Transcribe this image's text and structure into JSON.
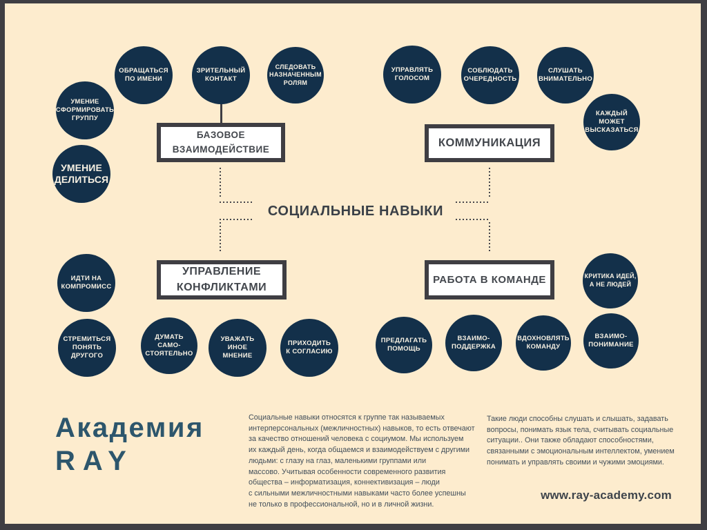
{
  "title": "СОЦИАЛЬНЫЕ НАВЫКИ",
  "brand": {
    "line1": "Академия",
    "line2": "RAY"
  },
  "boxes": [
    {
      "id": "basic-interaction",
      "label": "БАЗОВОЕ\nВЗАИМОДЕЙСТВИЕ"
    },
    {
      "id": "communication",
      "label": "КОММУНИКАЦИЯ"
    },
    {
      "id": "conflict-management",
      "label": "УПРАВЛЕНИЕ\nКОНФЛИКТАМИ"
    },
    {
      "id": "teamwork",
      "label": "РАБОТА В КОМАНДЕ"
    }
  ],
  "circles": [
    {
      "id": "address-by-name",
      "label": "ОБРАЩАТЬСЯ\nПО ИМЕНИ"
    },
    {
      "id": "eye-contact",
      "label": "ЗРИТЕЛЬНЫЙ\nКОНТАКТ"
    },
    {
      "id": "follow-assigned-roles",
      "label": "СЛЕДОВАТЬ\nНАЗНАЧЕННЫМ\nРОЛЯМ"
    },
    {
      "id": "ability-to-form-group",
      "label": "УМЕНИЕ\nСФОРМИРОВАТЬ\nГРУППУ"
    },
    {
      "id": "ability-to-share",
      "label": "УМЕНИЕ\nДЕЛИТЬСЯ"
    },
    {
      "id": "control-voice",
      "label": "УПРАВЛЯТЬ\nГОЛОСОМ"
    },
    {
      "id": "take-turns",
      "label": "СОБЛЮДАТЬ\nОЧЕРЕДНОСТЬ"
    },
    {
      "id": "listen-attentively",
      "label": "СЛУШАТЬ\nВНИМАТЕЛЬНО"
    },
    {
      "id": "everyone-can-speak",
      "label": "КАЖДЫЙ\nМОЖЕТ\nВЫСКАЗАТЬСЯ"
    },
    {
      "id": "compromise",
      "label": "ИДТИ НА\nКОМПРОМИСС"
    },
    {
      "id": "strive-to-understand",
      "label": "СТРЕМИТЬСЯ\nПОНЯТЬ\nДРУГОГО"
    },
    {
      "id": "think-independently",
      "label": "ДУМАТЬ\nСАМО-\nСТОЯТЕЛЬНО"
    },
    {
      "id": "respect-other-opinion",
      "label": "УВАЖАТЬ\nИНОЕ\nМНЕНИЕ"
    },
    {
      "id": "reach-agreement",
      "label": "ПРИХОДИТЬ\nК СОГЛАСИЮ"
    },
    {
      "id": "offer-help",
      "label": "ПРЕДЛАГАТЬ\nПОМОЩЬ"
    },
    {
      "id": "mutual-support",
      "label": "ВЗАИМО-\nПОДДЕРЖКА"
    },
    {
      "id": "inspire-team",
      "label": "ВДОХНОВЛЯТЬ\nКОМАНДУ"
    },
    {
      "id": "mutual-understanding",
      "label": "ВЗАИМО-\nПОНИМАНИЕ"
    },
    {
      "id": "criticize-ideas-not-people",
      "label": "КРИТИКА ИДЕЙ,\nА НЕ ЛЮДЕЙ"
    }
  ],
  "paragraphs": {
    "left": "Социальные навыки относятся к группе так называемых\nинтерперсональных (межличностных) навыков, то есть отвечают\nза качество отношений человека с социумом. Мы используем\nих каждый день, когда общаемся и взаимодействуем с другими\nлюдьми: с глазу на глаз, маленькими группами или\nмассово. Учитывая особенности современного развития\nобщества – информатизация, коннективизация – люди\nс сильными межличностными навыками часто более успешны\nне только в профессиональной, но и в личной жизни.",
    "right": "Такие люди способны слушать и слышать, задавать\nвопросы, понимать язык тела, считывать социальные\nситуации.. Они также обладают способностями,\nсвязанными с эмоциональным интеллектом, умением\nпонимать и управлять своими и чужими эмоциями."
  },
  "website": "www.ray-academy.com",
  "colors": {
    "background": "#fdecce",
    "frame": "#3f3e43",
    "bubble": "#13304a",
    "bubble_text": "#f7f1e3",
    "brand_text": "#2d566c",
    "body_text": "#414e5a"
  }
}
